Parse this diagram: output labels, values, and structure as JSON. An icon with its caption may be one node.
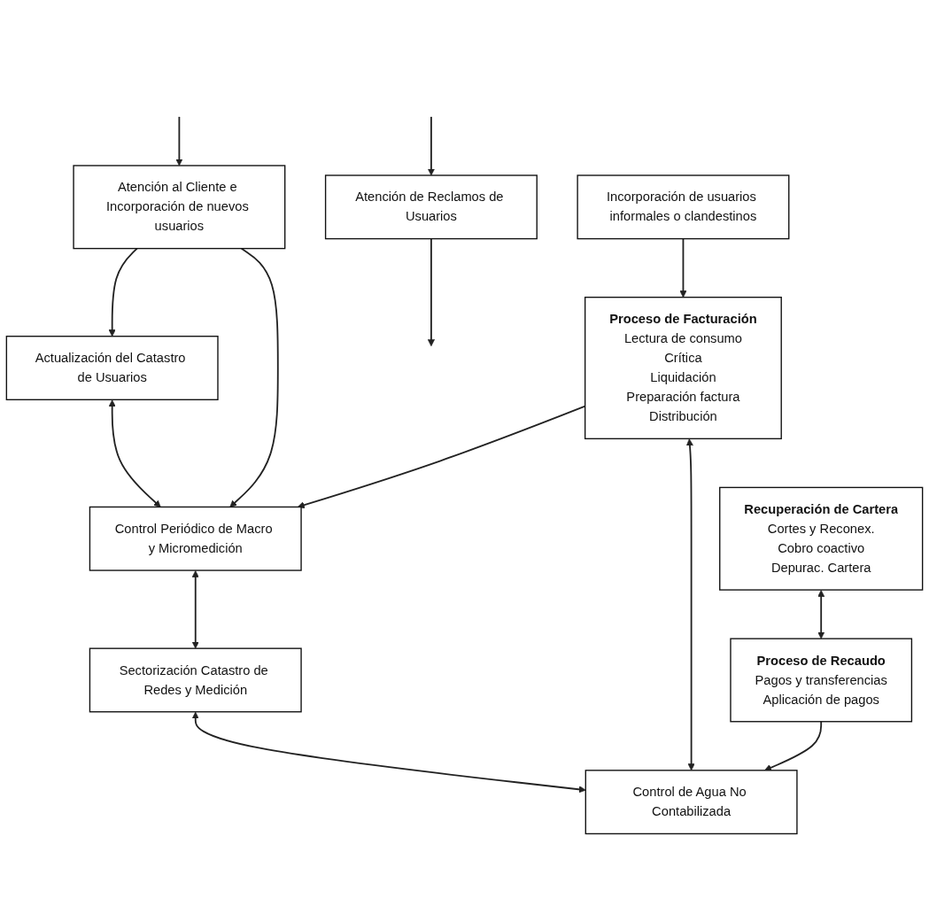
{
  "diagram": {
    "nodes": [
      {
        "text": [
          "Actualización del Catastro de Usuarios"
        ]
      },
      {
        "text": [
          "Control Periódico de Macro y Micromedición"
        ]
      },
      {
        "text": [
          "Sectorización Catastro de Redes y Medición"
        ]
      },
      {
        "text": [
          "Atención al Cliente e Incorporación de nuevos usuarios"
        ]
      },
      {
        "text": [
          "Proceso de Facturación",
          "Lectura de consumo",
          "Crítica",
          "Liquidación",
          "Preparación factura",
          "Distribución"
        ]
      },
      {
        "text": [
          "Control de Agua No Contabilizada"
        ]
      },
      {
        "text": [
          "Incorporación de usuarios informales o clandestinos"
        ]
      },
      {
        "text": [
          "Atención de Reclamos de Usuarios"
        ]
      },
      {
        "text": [
          "Recuperación de Cartera",
          "Cortes y Reconex.",
          "Cobro coactivo",
          "Depurac. Cartera"
        ]
      },
      {
        "text": [
          "Proceso de Recaudo",
          "Pagos y transferencias",
          "Aplicación de pagos"
        ]
      }
    ],
    "edges": [
      {
        "from": 0,
        "to": 1,
        "arrow": "both"
      },
      {
        "from": 1,
        "to": 2,
        "arrow": "both"
      },
      {
        "from": 3,
        "to": 0,
        "arrow": "to"
      },
      {
        "from": 3,
        "to": 1,
        "arrow": "to"
      },
      {
        "from": 4,
        "to": 1,
        "arrow": "to"
      },
      {
        "from": 2,
        "to": 5,
        "arrow": "both"
      },
      {
        "from": null,
        "to": 3,
        "arrow": "to"
      },
      {
        "from": 4,
        "to": 5,
        "arrow": "both"
      },
      {
        "from": 6,
        "to": 4,
        "arrow": "to"
      },
      {
        "from": 9,
        "to": 5,
        "arrow": "to"
      },
      {
        "from": null,
        "to": 7,
        "arrow": "to"
      },
      {
        "from": 8,
        "to": 9,
        "arrow": "both"
      },
      {
        "from": 7,
        "to": null,
        "arrow": "to"
      }
    ]
  }
}
